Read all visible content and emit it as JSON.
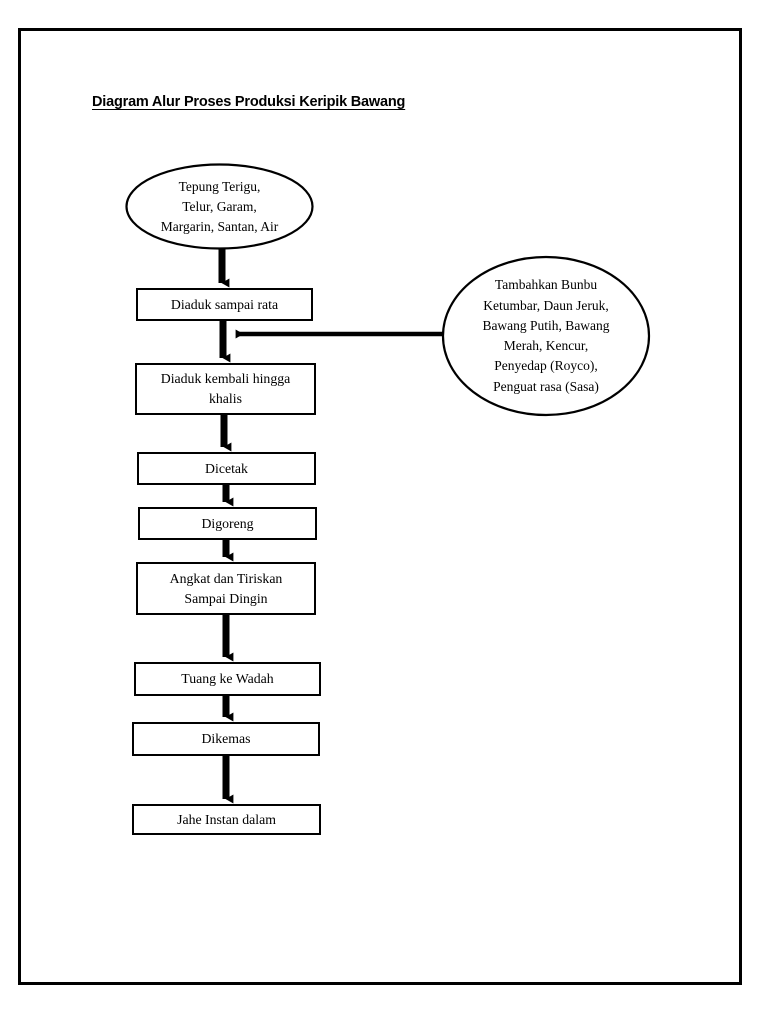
{
  "document": {
    "title": "Diagram Alur Proses Produksi Keripik Bawang",
    "border_color": "#000000",
    "background_color": "#ffffff"
  },
  "flowchart": {
    "type": "process-flow-diagram",
    "shape_colors": {
      "stroke": "#000000",
      "fill": "#ffffff",
      "arrow": "#000000"
    },
    "nodes": [
      {
        "id": "ingredients",
        "shape": "ellipse",
        "label": "Tepung Terigu,\nTelur, Garam,\nMargarin, Santan, Air"
      },
      {
        "id": "mix-even",
        "shape": "rectangle",
        "label": "Diaduk sampai rata"
      },
      {
        "id": "spices",
        "shape": "ellipse",
        "label": "Tambahkan Bunbu\nKetumbar, Daun Jeruk,\nBawang Putih, Bawang\nMerah, Kencur,\nPenyedap (Royco),\nPenguat rasa (Sasa)"
      },
      {
        "id": "mix-again",
        "shape": "rectangle",
        "label": "Diaduk kembali hingga\nkhalis"
      },
      {
        "id": "molded",
        "shape": "rectangle",
        "label": "Dicetak"
      },
      {
        "id": "fried",
        "shape": "rectangle",
        "label": "Digoreng"
      },
      {
        "id": "drain-cool",
        "shape": "rectangle",
        "label": "Angkat dan Tiriskan\nSampai Dingin"
      },
      {
        "id": "pour-container",
        "shape": "rectangle",
        "label": "Tuang ke Wadah"
      },
      {
        "id": "packaged",
        "shape": "rectangle",
        "label": "Dikemas"
      },
      {
        "id": "final-product",
        "shape": "rectangle",
        "label": "Jahe Instan dalam"
      }
    ],
    "edges": [
      {
        "from": "ingredients",
        "to": "mix-even",
        "direction": "down"
      },
      {
        "from": "mix-even",
        "to": "mix-again",
        "direction": "down"
      },
      {
        "from": "spices",
        "to": "mix-even-to-mix-again",
        "direction": "left"
      },
      {
        "from": "mix-again",
        "to": "molded",
        "direction": "down"
      },
      {
        "from": "molded",
        "to": "fried",
        "direction": "down"
      },
      {
        "from": "fried",
        "to": "drain-cool",
        "direction": "down"
      },
      {
        "from": "drain-cool",
        "to": "pour-container",
        "direction": "down"
      },
      {
        "from": "pour-container",
        "to": "packaged",
        "direction": "down"
      },
      {
        "from": "packaged",
        "to": "final-product",
        "direction": "down"
      }
    ]
  }
}
